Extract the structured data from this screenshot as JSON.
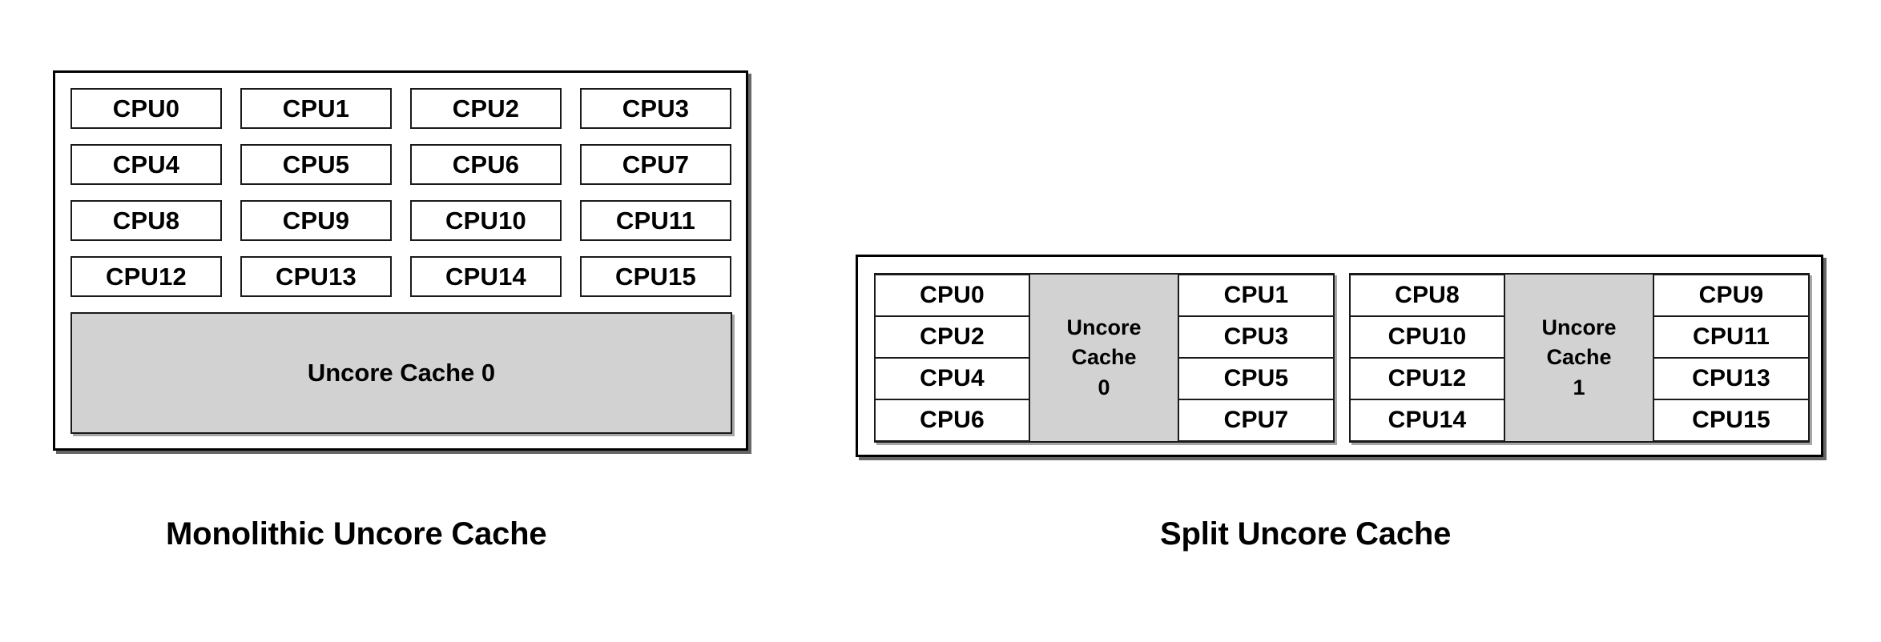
{
  "colors": {
    "cache_fill": "#d2d2d2",
    "border": "#000000",
    "background": "#ffffff",
    "text": "#000000"
  },
  "diagrams": [
    {
      "id": "monolithic",
      "caption": "Monolithic Uncore Cache",
      "cpus": [
        "CPU0",
        "CPU1",
        "CPU2",
        "CPU3",
        "CPU4",
        "CPU5",
        "CPU6",
        "CPU7",
        "CPU8",
        "CPU9",
        "CPU10",
        "CPU11",
        "CPU12",
        "CPU13",
        "CPU14",
        "CPU15"
      ],
      "cache_label": "Uncore Cache 0"
    },
    {
      "id": "split",
      "caption": "Split Uncore Cache",
      "clusters": [
        {
          "left_cpus": [
            "CPU0",
            "CPU2",
            "CPU4",
            "CPU6"
          ],
          "cache_label": "Uncore Cache 0",
          "right_cpus": [
            "CPU1",
            "CPU3",
            "CPU5",
            "CPU7"
          ]
        },
        {
          "left_cpus": [
            "CPU8",
            "CPU10",
            "CPU12",
            "CPU14"
          ],
          "cache_label": "Uncore Cache 1",
          "right_cpus": [
            "CPU9",
            "CPU11",
            "CPU13",
            "CPU15"
          ]
        }
      ]
    }
  ]
}
